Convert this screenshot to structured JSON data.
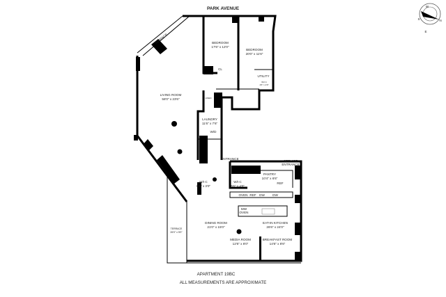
{
  "street": "PARK AVENUE",
  "compass": {
    "n": "N",
    "e": "E",
    "s": "S",
    "w": "W"
  },
  "rooms": {
    "terrace_top": {
      "name": "TERRACE"
    },
    "bedroom1": {
      "name": "BEDROOM",
      "size": "17'6\" x 12'0\""
    },
    "bedroom2": {
      "name": "BEDROOM",
      "size": "20'0\" x 11'6\""
    },
    "closet": {
      "name": "CL"
    },
    "utility": {
      "name": "UTILITY"
    },
    "wic_small": {
      "name": "W/I C",
      "size": "4'6\" x 2'0\""
    },
    "living": {
      "name": "LIVING ROOM",
      "size": "58'0\" x 23'6\""
    },
    "linen": {
      "name": "LINEN"
    },
    "laundry": {
      "name": "LAUNDRY",
      "size": "11'6\" x 7'6\""
    },
    "wd": {
      "name": "W/D"
    },
    "entrance": {
      "name": "ENTRANCE"
    },
    "service_entrance": {
      "line1": "SERVICE",
      "line2": "ENTRANCE"
    },
    "pantry": {
      "name": "PANTRY",
      "size": "10'4\" x 6'6\""
    },
    "pantry_ref": {
      "name": "REF"
    },
    "wic1": {
      "name": "W/I C",
      "size": "6'6\" x 3'0\""
    },
    "wic2": {
      "name": "W/I C",
      "size": "6'6\" x 4'6\""
    },
    "appliances": [
      "OVEN",
      "REF",
      "DW",
      "DW"
    ],
    "mw_oven": {
      "line1": "MW",
      "line2": "OVEN"
    },
    "dining": {
      "name": "DINING ROOM",
      "size": "21'0\" x 15'0\""
    },
    "kitchen": {
      "name": "EAT-IN KITCHEN",
      "size": "26'6\" x 24'0\""
    },
    "terrace_bottom": {
      "name": "TERRACE",
      "size": "26'0\" x 5'0\""
    },
    "media": {
      "name": "MEDIA ROOM",
      "size": "12'6\" x 8'0\""
    },
    "breakfast": {
      "name": "BREAKFAST ROOM",
      "size": "14'6\" x 8'6\""
    }
  },
  "footer": {
    "apartment": "APARTMENT 19BC",
    "note": "ALL MEASUREMENTS ARE APPROXIMATE"
  }
}
